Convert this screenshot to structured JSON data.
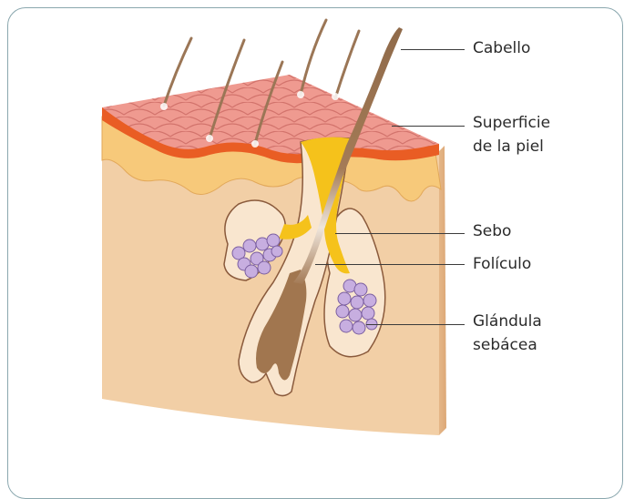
{
  "labels": {
    "hair": "Cabello",
    "skin_surface_line1": "Superficie",
    "skin_surface_line2": "de la piel",
    "sebum": "Sebo",
    "follicle": "Folículo",
    "gland_line1": "Glándula",
    "gland_line2": "sebácea"
  },
  "colors": {
    "frame": "#8aa7ae",
    "skin_top": "#ef9a90",
    "skin_top_lines": "#c7635d",
    "epidermis_edge": "#e95d24",
    "dermis_front": "#f2cfa6",
    "dermis_side": "#e7b889",
    "epidermis_band": "#f7c97a",
    "sebum": "#f5c21b",
    "hair": "#9c6f4a",
    "gland_cells": "#c7aee0",
    "label_text": "#2b2b2b"
  }
}
